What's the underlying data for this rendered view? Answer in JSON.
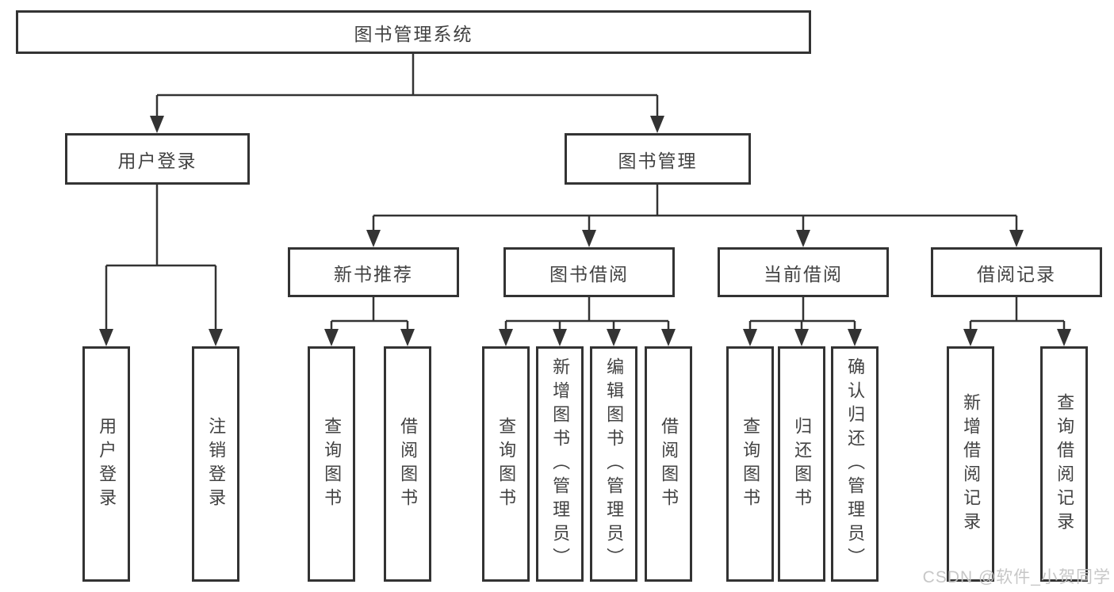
{
  "diagram": {
    "title": "图书管理系统",
    "level2": [
      {
        "label": "用户登录"
      },
      {
        "label": "图书管理"
      }
    ],
    "level3": [
      {
        "label": "新书推荐"
      },
      {
        "label": "图书借阅"
      },
      {
        "label": "当前借阅"
      },
      {
        "label": "借阅记录"
      }
    ],
    "leaves": {
      "user_login": [
        "用户登录",
        "注销登录"
      ],
      "new_books": [
        "查询图书",
        "借阅图书"
      ],
      "book_borrow": [
        "查询图书",
        "新增图书（管理员）",
        "编辑图书（管理员）",
        "借阅图书"
      ],
      "current_borrow": [
        "查询图书",
        "归还图书",
        "确认归还（管理员）"
      ],
      "borrow_records": [
        "新增借阅记录",
        "查询借阅记录"
      ]
    }
  },
  "watermark": "CSDN @软件_小贺同学",
  "colors": {
    "line": "#333333",
    "text": "#424242",
    "watermark": "#c4c4c4",
    "background": "#ffffff"
  }
}
